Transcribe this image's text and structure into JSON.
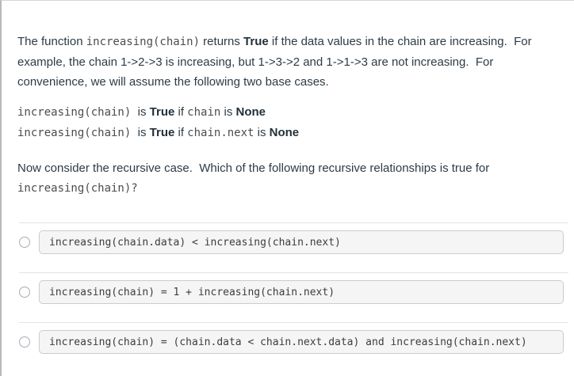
{
  "colors": {
    "body_text": "#2d3b45",
    "inline_code_text": "#4c4c4c",
    "divider": "#e1e3e5",
    "code_box_background": "#f5f5f5",
    "code_box_border": "#c7cdd1",
    "radio_border": "#a6adb3",
    "page_left_border": "#b9b9b9",
    "page_top_border": "#d6d6d6"
  },
  "intro_paragraph": {
    "segments": [
      {
        "t": "text",
        "v": "The function "
      },
      {
        "t": "code",
        "v": "increasing(chain)"
      },
      {
        "t": "text",
        "v": " returns "
      },
      {
        "t": "bold",
        "v": "True"
      },
      {
        "t": "text",
        "v": " if the data values in the chain are increasing.  For example, the chain 1->2->3 is increasing, but 1->3->2 and 1->1->3 are not increasing.  For convenience, we will assume the following two base cases."
      }
    ]
  },
  "base_cases": [
    {
      "segments": [
        {
          "t": "code",
          "v": "increasing(chain)"
        },
        {
          "t": "text",
          "v": "  is "
        },
        {
          "t": "bold",
          "v": "True"
        },
        {
          "t": "text",
          "v": " if "
        },
        {
          "t": "code",
          "v": "chain"
        },
        {
          "t": "text",
          "v": " is "
        },
        {
          "t": "bold",
          "v": "None"
        }
      ]
    },
    {
      "segments": [
        {
          "t": "code",
          "v": "increasing(chain)"
        },
        {
          "t": "text",
          "v": "  is "
        },
        {
          "t": "bold",
          "v": "True"
        },
        {
          "t": "text",
          "v": " if "
        },
        {
          "t": "code",
          "v": "chain.next"
        },
        {
          "t": "text",
          "v": " is "
        },
        {
          "t": "bold",
          "v": "None"
        }
      ]
    }
  ],
  "question_paragraph": {
    "segments": [
      {
        "t": "text",
        "v": "Now consider the recursive case.  Which of the following recursive relationships is true for "
      },
      {
        "t": "code",
        "v": "increasing(chain)?"
      }
    ]
  },
  "options": [
    {
      "code": "increasing(chain.data) < increasing(chain.next)",
      "selected": false
    },
    {
      "code": "increasing(chain) = 1 + increasing(chain.next)",
      "selected": false
    },
    {
      "code": "increasing(chain) = (chain.data < chain.next.data) and increasing(chain.next)",
      "selected": false
    }
  ]
}
